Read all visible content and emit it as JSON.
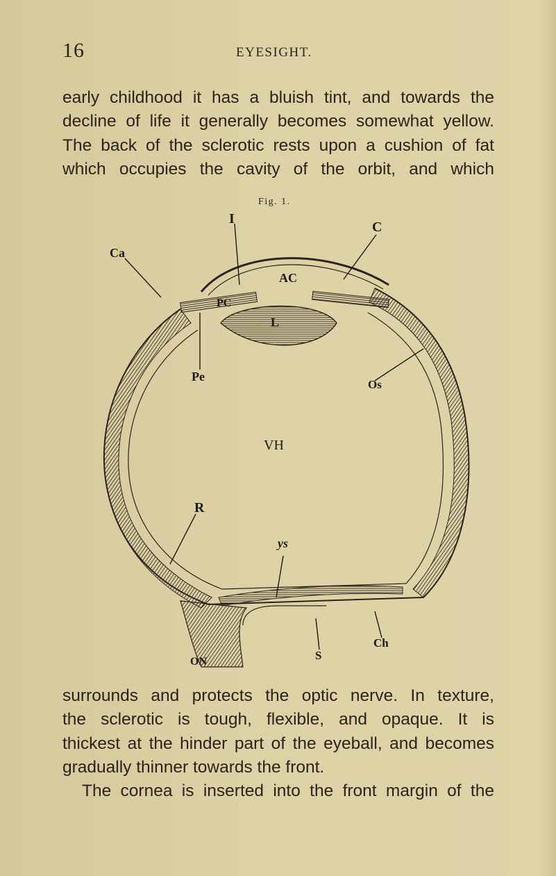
{
  "header": {
    "page_number": "16",
    "running_head": "EYESIGHT."
  },
  "paragraph_top": [
    "early childhood it has a bluish tint, and towards the",
    "decline of life it generally becomes somewhat yellow.",
    "The back of the sclerotic rests upon a cushion of fat",
    "which occupies the cavity of the orbit, and which"
  ],
  "figure": {
    "caption": "Fig. 1.",
    "labels": {
      "I": "I",
      "C": "C",
      "Ca": "Ca",
      "AC": "AC",
      "PC": "PC",
      "L": "L",
      "Pe": "Pe",
      "Os": "Os",
      "VH": "VH",
      "R": "R",
      "ys": "ys",
      "Ch": "Ch",
      "ON": "ON",
      "S": "S"
    }
  },
  "paragraph_bottom": [
    "surrounds and protects the optic nerve. In texture,",
    "the sclerotic is tough, flexible, and opaque. It is",
    "thickest at the hinder part of the eyeball, and becomes",
    "gradually thinner towards the front.",
    "The cornea is inserted into the front margin of the"
  ]
}
